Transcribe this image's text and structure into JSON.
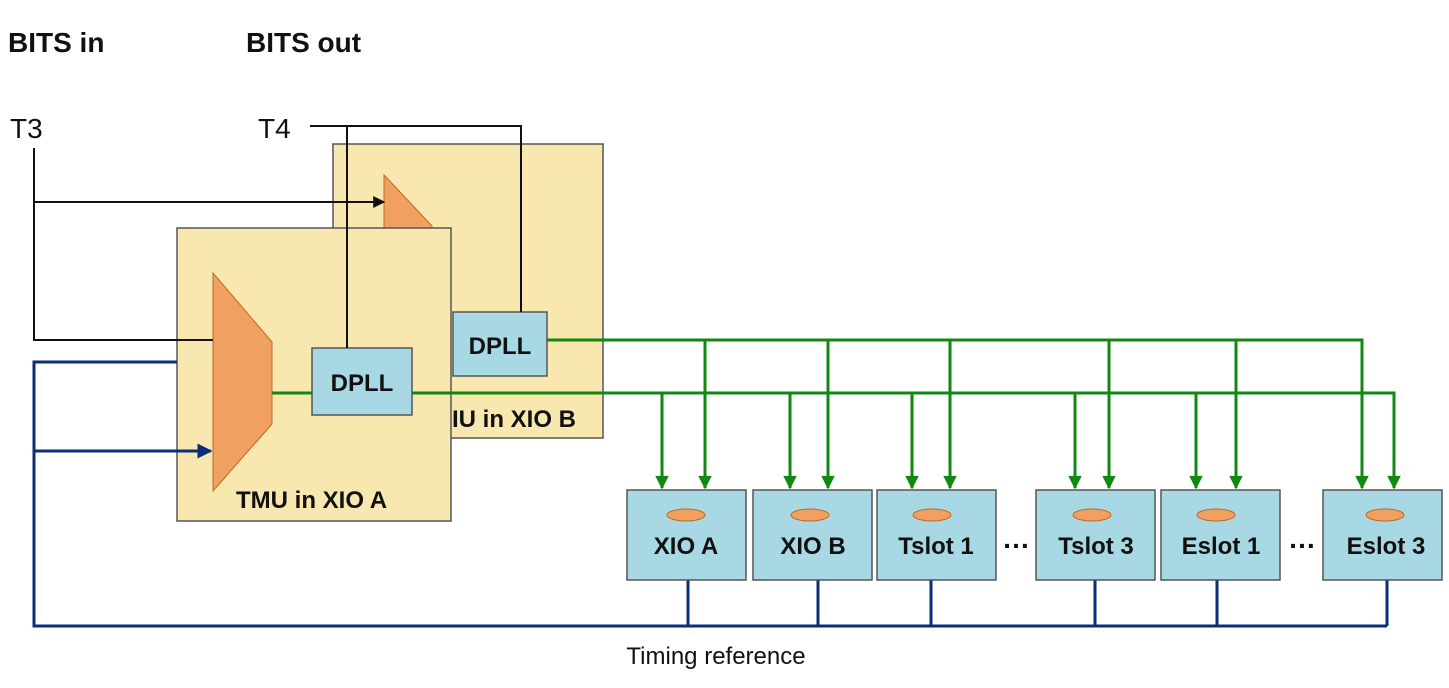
{
  "headers": {
    "bits_in": "BITS in",
    "bits_out": "BITS out"
  },
  "inputs": {
    "t3": "T3",
    "t4": "T4"
  },
  "tmu_a": {
    "label": "TMU in XIO A",
    "dpll_label": "DPLL"
  },
  "tmu_b": {
    "label": "TMU in XIO B",
    "visible_label": "IU in XIO B",
    "dpll_label": "DPLL"
  },
  "slots": [
    {
      "label": "XIO A"
    },
    {
      "label": "XIO B"
    },
    {
      "label": "Tslot 1"
    },
    {
      "label": "Tslot 3"
    },
    {
      "label": "Eslot 1"
    },
    {
      "label": "Eslot 3"
    }
  ],
  "ellipsis": "…",
  "footer": {
    "timing_reference": "Timing reference"
  },
  "colors": {
    "tmu_fill": "#f8e8b0",
    "mux_fill": "#f0a060",
    "dpll_fill": "#a8d8e4",
    "slot_fill": "#a8d8e4",
    "green_line": "#118811",
    "blue_line": "#0b2d7a",
    "black_line": "#111111"
  }
}
